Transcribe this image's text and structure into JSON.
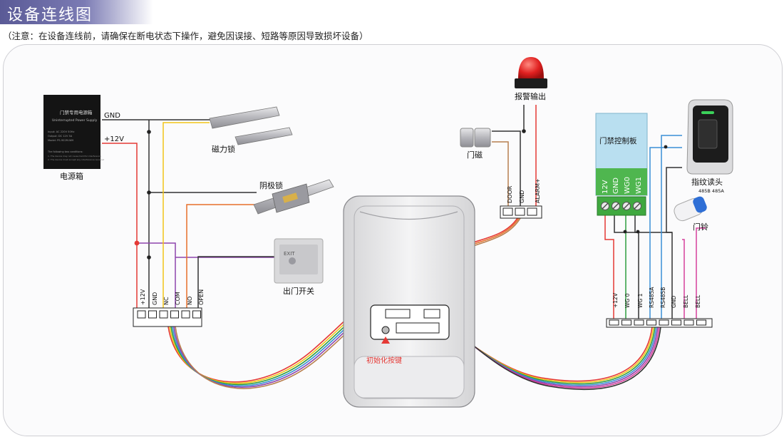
{
  "title": "设备连线图",
  "note": "（注意：在设备连线前，请确保在断电状态下操作，避免因误接、短路等原因导致损坏设备）",
  "psu": {
    "name": "电源箱",
    "panel_title": "门禁专用电源箱",
    "panel_subtitle": "Uninterrupted Power Supply",
    "panel_specs": [
      "Input: AC 220V 50Hz",
      "Output: DC 12V 3A",
      "Model: PS-902M-WH"
    ],
    "panel_notes": [
      "The following two conditions:",
      "1. The device may not cause harmful interference",
      "2. The device must accept any interference received"
    ],
    "gnd": "GND",
    "plus12": "+12V"
  },
  "devices": {
    "mag_lock": "磁力锁",
    "strike_lock": "阴极锁",
    "exit_button": "出门开关",
    "exit_button_text": "EXIT",
    "door_sensor": "门磁",
    "alarm": "报警输出",
    "controller": "门禁控制板",
    "controller_terminals": [
      "12V",
      "GND",
      "WG0",
      "WG1"
    ],
    "fingerprint": "指纹读头",
    "fingerprint_sub": "485B  485A",
    "doorbell": "门铃",
    "reset_key": "初始化按键"
  },
  "connectors": {
    "left": [
      "+12V",
      "GND",
      "NC",
      "COM",
      "NO",
      "OPEN"
    ],
    "top": [
      "DOOR",
      "GND",
      "ALARM+"
    ],
    "right": [
      "+12V",
      "WG 0",
      "WG 1",
      "RS485A",
      "RS485B",
      "GND",
      "BELL",
      "BELL"
    ]
  },
  "colors": {
    "header": "#6b6ba6",
    "wire_black": "#333333",
    "wire_red": "#e53935",
    "wire_yellow": "#f2c518",
    "wire_purple": "#8e44ad",
    "wire_orange": "#e8702a",
    "wire_brown": "#b87f4f",
    "wire_green": "#2e9e3e",
    "wire_blue": "#3a8fd6",
    "wire_pink": "#d63f9c",
    "controller_board": "#b9dff0",
    "terminal_green": "#3fa83f"
  }
}
